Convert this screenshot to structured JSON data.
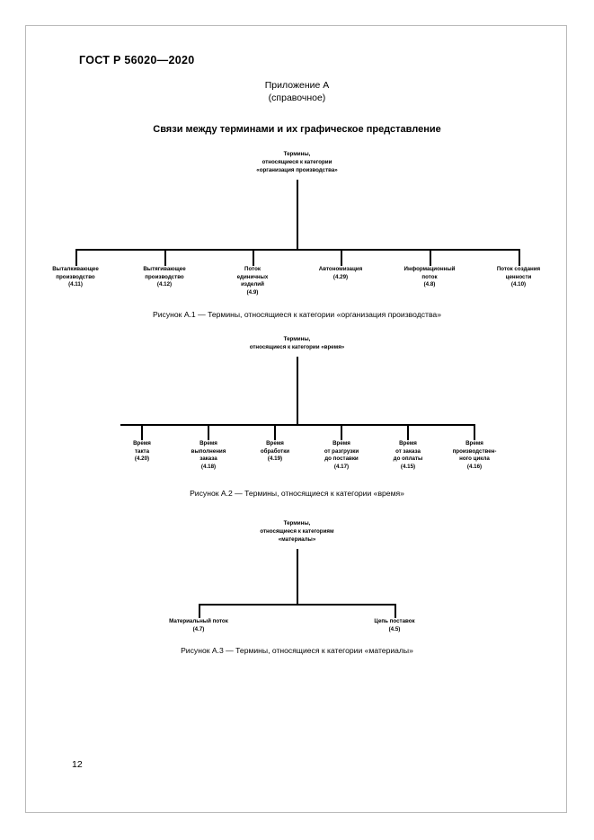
{
  "document": {
    "standard_header": "ГОСТ Р 56020—2020",
    "page_number": "12"
  },
  "appendix": {
    "label": "Приложение А",
    "kind": "(справочное)",
    "title": "Связи между терминами и их графическое представление"
  },
  "figures": [
    {
      "id": "figure-a1",
      "root": [
        "Термины,",
        "относящиеся к категории",
        "«организация производства»"
      ],
      "leaves": [
        {
          "lines": [
            "Выталкивающее",
            "производство"
          ],
          "ref": "(4.11)"
        },
        {
          "lines": [
            "Вытягивающее",
            "производство"
          ],
          "ref": "(4.12)"
        },
        {
          "lines": [
            "Поток",
            "единичных",
            "изделий"
          ],
          "ref": "(4.9)"
        },
        {
          "lines": [
            "Автономизация"
          ],
          "ref": "(4.29)"
        },
        {
          "lines": [
            "Информационный",
            "поток"
          ],
          "ref": "(4.8)"
        },
        {
          "lines": [
            "Поток создания",
            "ценности"
          ],
          "ref": "(4.10)"
        }
      ],
      "caption": "Рисунок А.1 — Термины, относящиеся к категории «организация производства»"
    },
    {
      "id": "figure-a2",
      "root": [
        "Термины,",
        "относящиеся к категории «время»"
      ],
      "leaves": [
        {
          "lines": [
            "Время",
            "такта"
          ],
          "ref": "(4.20)"
        },
        {
          "lines": [
            "Время",
            "выполнения",
            "заказа"
          ],
          "ref": "(4.18)"
        },
        {
          "lines": [
            "Время",
            "обработки"
          ],
          "ref": "(4.19)"
        },
        {
          "lines": [
            "Время",
            "от разгрузки",
            "до поставки"
          ],
          "ref": "(4.17)"
        },
        {
          "lines": [
            "Время",
            "от заказа",
            "до оплаты"
          ],
          "ref": "(4.15)"
        },
        {
          "lines": [
            "Время",
            "производствен-",
            "ного цикла"
          ],
          "ref": "(4.16)"
        }
      ],
      "caption": "Рисунок А.2 — Термины, относящиеся к категории «время»"
    },
    {
      "id": "figure-a3",
      "root": [
        "Термины,",
        "относящиеся к категориям",
        "«материалы»"
      ],
      "leaves": [
        {
          "lines": [
            "Материальный поток"
          ],
          "ref": "(4.7)"
        },
        {
          "lines": [
            "Цепь поставок"
          ],
          "ref": "(4.5)"
        }
      ],
      "caption": "Рисунок А.3 — Термины, относящиеся к категории «материалы»"
    }
  ]
}
